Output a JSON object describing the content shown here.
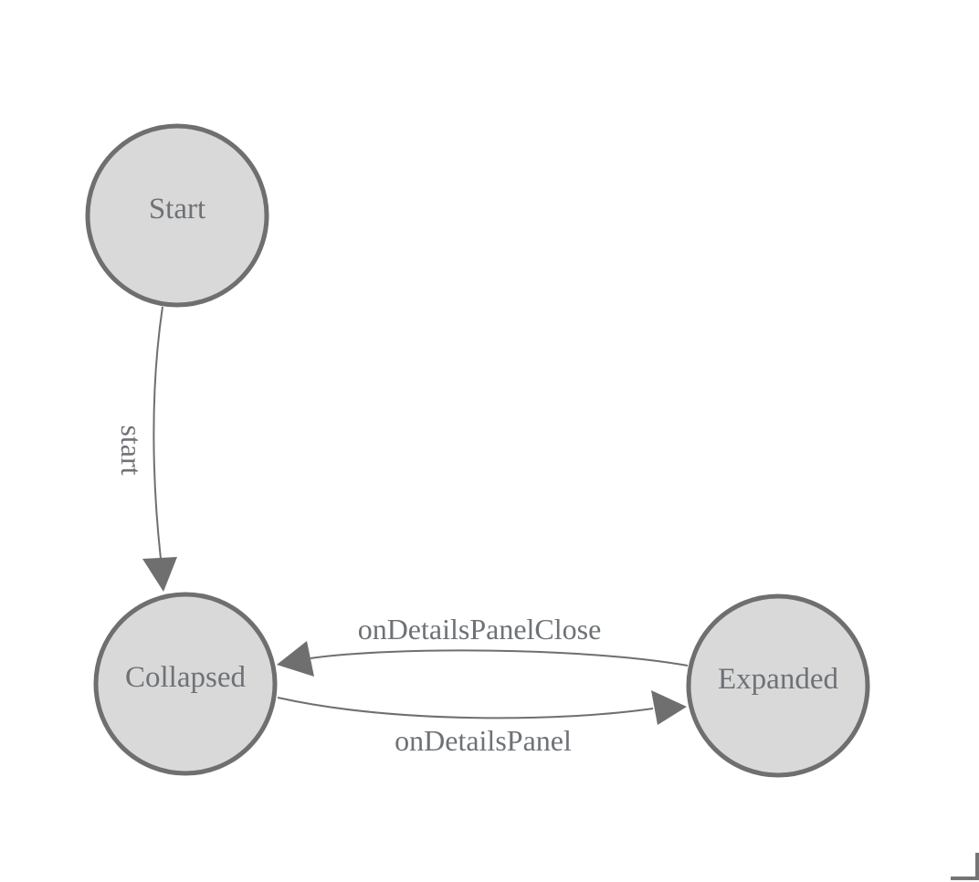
{
  "diagram": {
    "type": "state-machine",
    "colors": {
      "background": "#ffffff",
      "node_fill": "#d9d9d9",
      "node_stroke": "#6f6f6f",
      "edge_stroke": "#6f6f6f",
      "label_text": "#6e7276"
    },
    "nodes": [
      {
        "id": "start",
        "label": "Start"
      },
      {
        "id": "collapsed",
        "label": "Collapsed"
      },
      {
        "id": "expanded",
        "label": "Expanded"
      }
    ],
    "edges": [
      {
        "id": "start-to-collapsed",
        "from": "Start",
        "to": "Collapsed",
        "label": "start"
      },
      {
        "id": "collapsed-to-expanded",
        "from": "Collapsed",
        "to": "Expanded",
        "label": "onDetailsPanel"
      },
      {
        "id": "expanded-to-collapsed",
        "from": "Expanded",
        "to": "Collapsed",
        "label": "onDetailsPanelClose"
      }
    ]
  }
}
